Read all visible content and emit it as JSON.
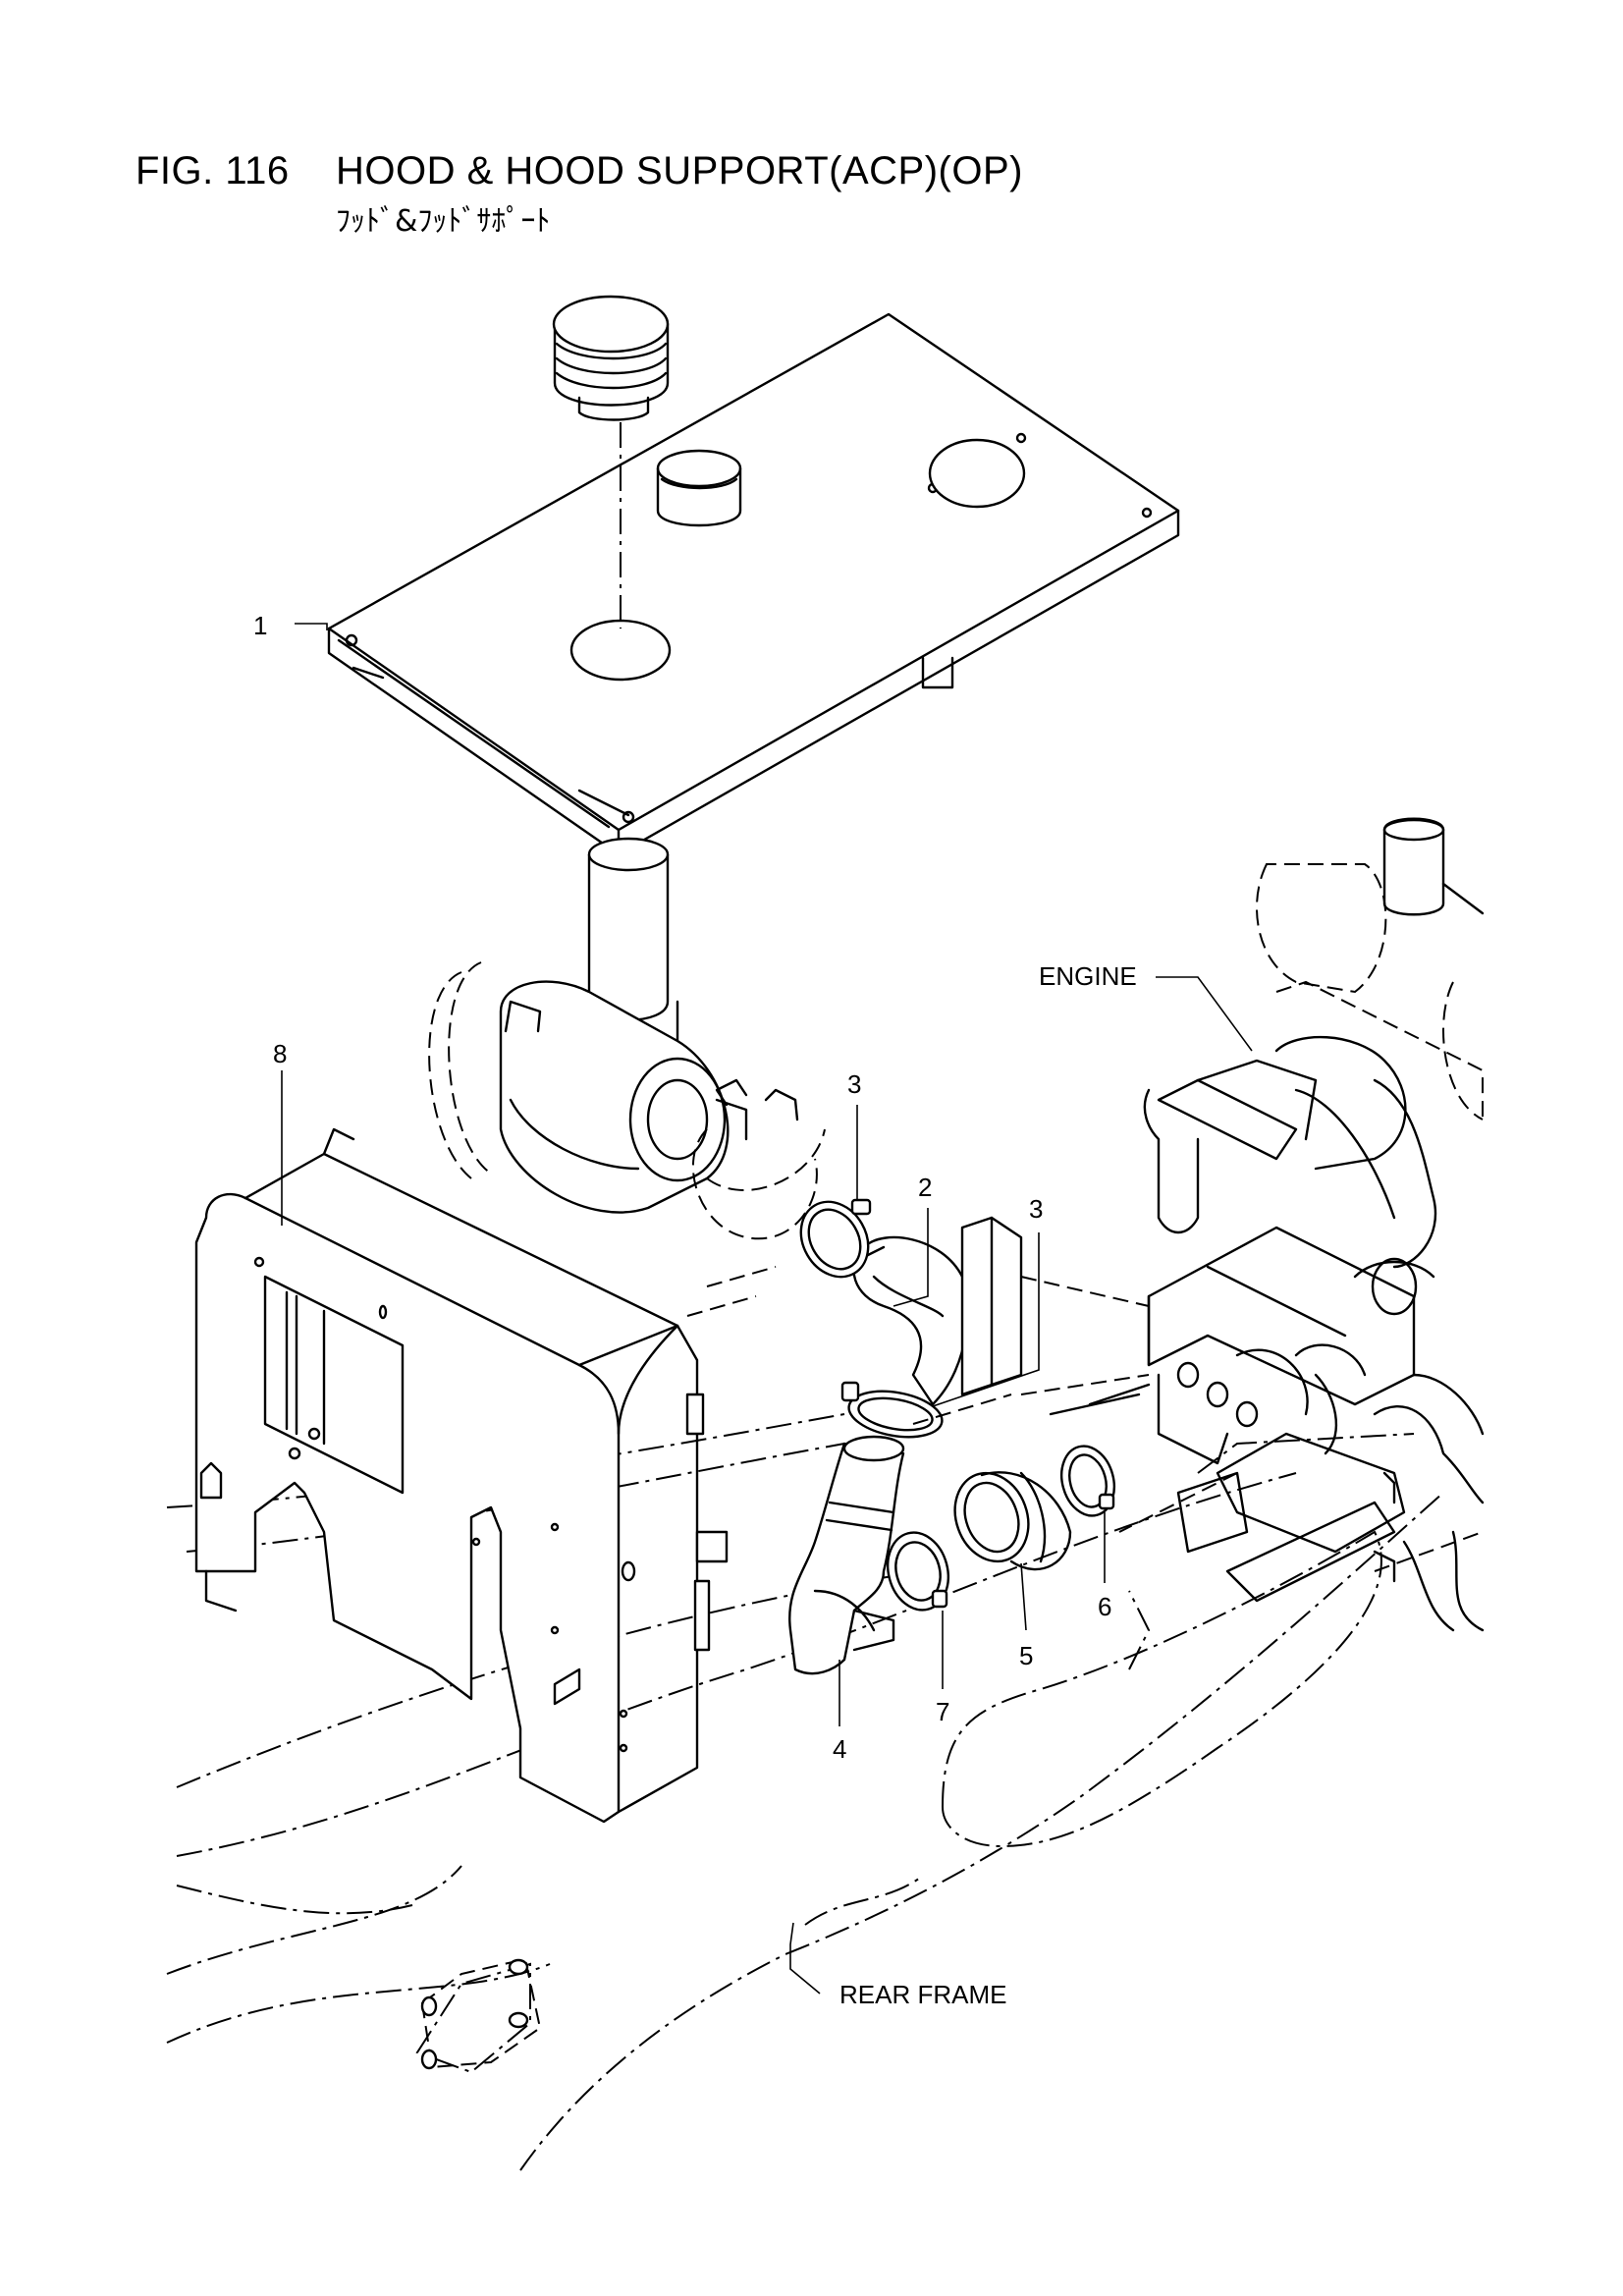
{
  "figure": {
    "number": "FIG. 116",
    "title": "HOOD & HOOD SUPPORT(ACP)(OP)",
    "subtitle": "ﾌｯﾄﾞ&ﾌｯﾄﾞｻﾎﾟｰﾄ"
  },
  "callouts": {
    "item_1": "1",
    "item_2": "2",
    "item_3a": "3",
    "item_3b": "3",
    "item_4": "4",
    "item_5": "5",
    "item_6": "6",
    "item_7": "7",
    "item_8": "8"
  },
  "reference_labels": {
    "engine": "ENGINE",
    "rear_frame": "REAR FRAME"
  }
}
